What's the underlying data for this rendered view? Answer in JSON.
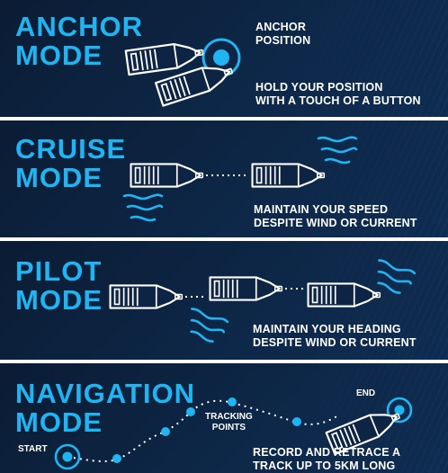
{
  "anchor": {
    "title_line1": "ANCHOR",
    "title_line2": "MODE",
    "position_label_line1": "ANCHOR",
    "position_label_line2": "POSITION",
    "desc_line1": "HOLD YOUR POSITION",
    "desc_line2": "WITH A TOUCH OF A BUTTON"
  },
  "cruise": {
    "title_line1": "CRUISE",
    "title_line2": "MODE",
    "desc_line1": "MAINTAIN YOUR SPEED",
    "desc_line2": "DESPITE WIND OR CURRENT"
  },
  "pilot": {
    "title_line1": "PILOT",
    "title_line2": "MODE",
    "desc_line1": "MAINTAIN YOUR HEADING",
    "desc_line2": "DESPITE WIND OR CURRENT"
  },
  "navigation": {
    "title_line1": "NAVIGATION",
    "title_line2": "MODE",
    "start_label": "START",
    "end_label": "END",
    "tracking_line1": "TRACKING",
    "tracking_line2": "POINTS",
    "desc_line1": "RECORD AND  RETRACE A",
    "desc_line2": "TRACK UP TO 5KM LONG"
  },
  "colors": {
    "accent": "#1fb4f2",
    "background": "#0d2444",
    "text": "#ffffff",
    "divider": "#ffffff"
  },
  "icons": [
    "boat-icon",
    "anchor-target-icon",
    "wind-icon",
    "dotted-path",
    "tracking-point"
  ]
}
